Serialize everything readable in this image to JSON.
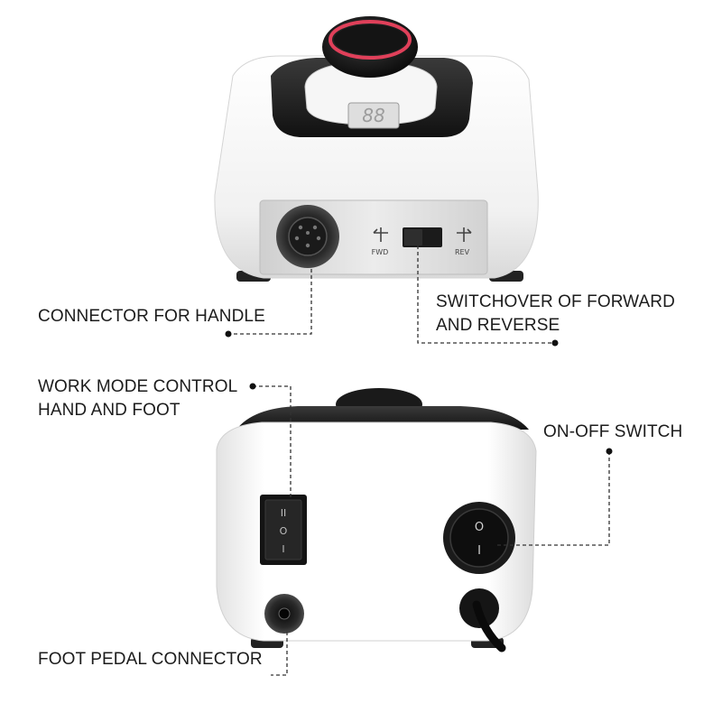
{
  "device_top_view": {
    "display_readout": "88",
    "switch_fwd_label": "FWD",
    "switch_rev_label": "REV",
    "rocker_mark_top": "O",
    "rocker_mark_bottom": "I",
    "mode_switch_marks": [
      "II",
      "O",
      "I"
    ]
  },
  "callouts": {
    "connector_for_handle": "CONNECTOR FOR HANDLE",
    "switchover_line1": "SWITCHOVER OF FORWARD",
    "switchover_line2": "AND REVERSE",
    "work_mode_line1": "WORK MODE CONTROL",
    "work_mode_line2": "HAND AND FOOT",
    "on_off_switch": "ON-OFF SWITCH",
    "foot_pedal_connector": "FOOT PEDAL CONNECTOR"
  },
  "colors": {
    "body_white": "#f4f4f4",
    "body_black": "#1e1e1e",
    "accent_ring": "#e0405a",
    "leader_line": "#333333"
  }
}
